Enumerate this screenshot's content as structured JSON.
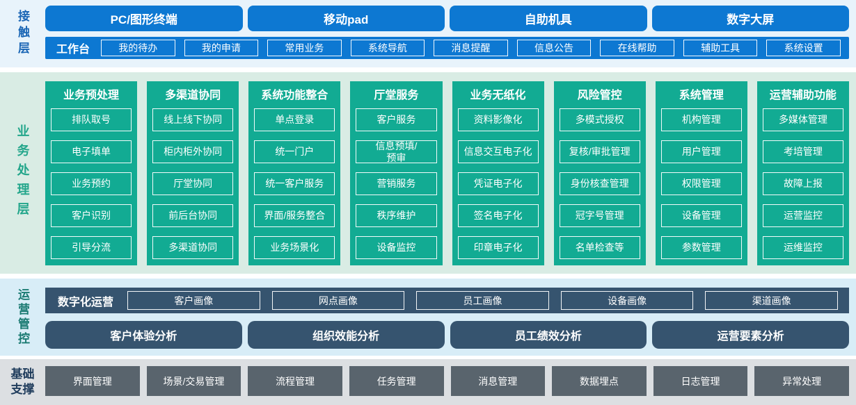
{
  "colors": {
    "accent_blue": "#0d78d2",
    "teal": "#12ab93",
    "slate_blue": "#36546f",
    "dark_gray": "#59646d",
    "contact_bg": "#e8f3fb",
    "business_bg": "#d9ece4",
    "operations_bg": "#d8edf7",
    "base_bg": "#dcdfe2"
  },
  "layers": {
    "contact": {
      "label": "接触层",
      "terminals": [
        "PC/图形终端",
        "移动pad",
        "自助机具",
        "数字大屏"
      ],
      "workbench": {
        "label": "工作台",
        "items": [
          "我的待办",
          "我的申请",
          "常用业务",
          "系统导航",
          "消息提醒",
          "信息公告",
          "在线帮助",
          "辅助工具",
          "系统设置"
        ]
      }
    },
    "business": {
      "label": "业务处理层",
      "columns": [
        {
          "title": "业务预处理",
          "items": [
            "排队取号",
            "电子填单",
            "业务预约",
            "客户识别",
            "引导分流"
          ]
        },
        {
          "title": "多渠道协同",
          "items": [
            "线上线下协同",
            "柜内柜外协同",
            "厅堂协同",
            "前后台协同",
            "多渠道协同"
          ]
        },
        {
          "title": "系统功能整合",
          "items": [
            "单点登录",
            "统一门户",
            "统一客户服务",
            "界面/服务整合",
            "业务场景化"
          ]
        },
        {
          "title": "厅堂服务",
          "items": [
            "客户服务",
            "信息预填/\n预审",
            "营销服务",
            "秩序维护",
            "设备监控"
          ]
        },
        {
          "title": "业务无纸化",
          "items": [
            "资料影像化",
            "信息交互电子化",
            "凭证电子化",
            "签名电子化",
            "印章电子化"
          ]
        },
        {
          "title": "风险管控",
          "items": [
            "多模式授权",
            "复核/审批管理",
            "身份核查管理",
            "冠字号管理",
            "名单检查等"
          ]
        },
        {
          "title": "系统管理",
          "items": [
            "机构管理",
            "用户管理",
            "权限管理",
            "设备管理",
            "参数管理"
          ]
        },
        {
          "title": "运营辅助功能",
          "items": [
            "多媒体管理",
            "考培管理",
            "故障上报",
            "运营监控",
            "运维监控"
          ]
        }
      ]
    },
    "operations": {
      "label": "运营管控",
      "digital": {
        "label": "数字化运营",
        "items": [
          "客户画像",
          "网点画像",
          "员工画像",
          "设备画像",
          "渠道画像"
        ]
      },
      "analysis": [
        "客户体验分析",
        "组织效能分析",
        "员工绩效分析",
        "运营要素分析"
      ]
    },
    "base": {
      "label": "基础\n支撑",
      "items": [
        "界面管理",
        "场景/交易管理",
        "流程管理",
        "任务管理",
        "消息管理",
        "数据埋点",
        "日志管理",
        "异常处理"
      ]
    }
  }
}
